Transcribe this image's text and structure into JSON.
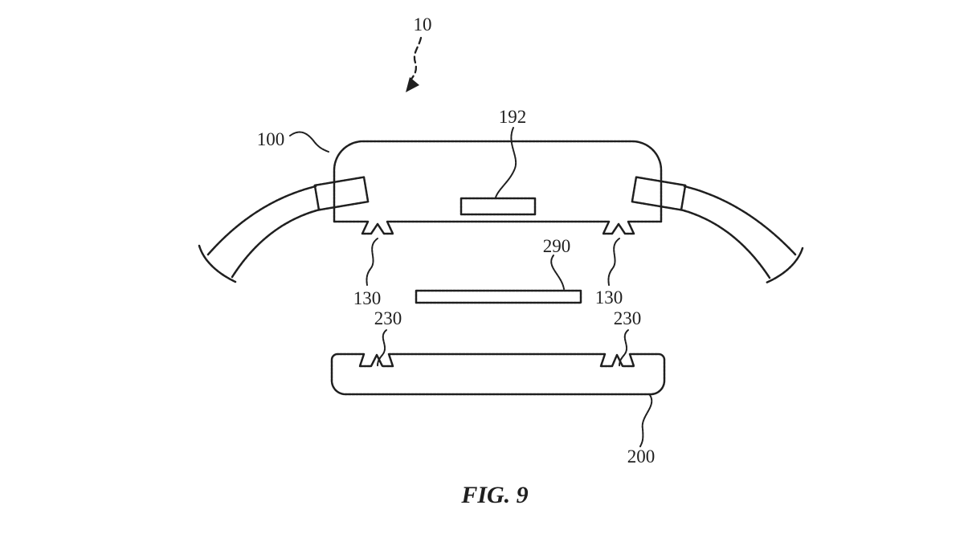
{
  "figure": {
    "caption": "FIG. 9",
    "type": "patent-exploded-view-drawing",
    "colors": {
      "line": "#1f1f1f",
      "background": "#ffffff"
    },
    "labels": {
      "assembly": "10",
      "upper_housing": "100",
      "inner_component": "192",
      "plate": "290",
      "tab_left": "130",
      "tab_right": "130",
      "recess_left": "230",
      "recess_right": "230",
      "lower_housing": "200"
    }
  }
}
